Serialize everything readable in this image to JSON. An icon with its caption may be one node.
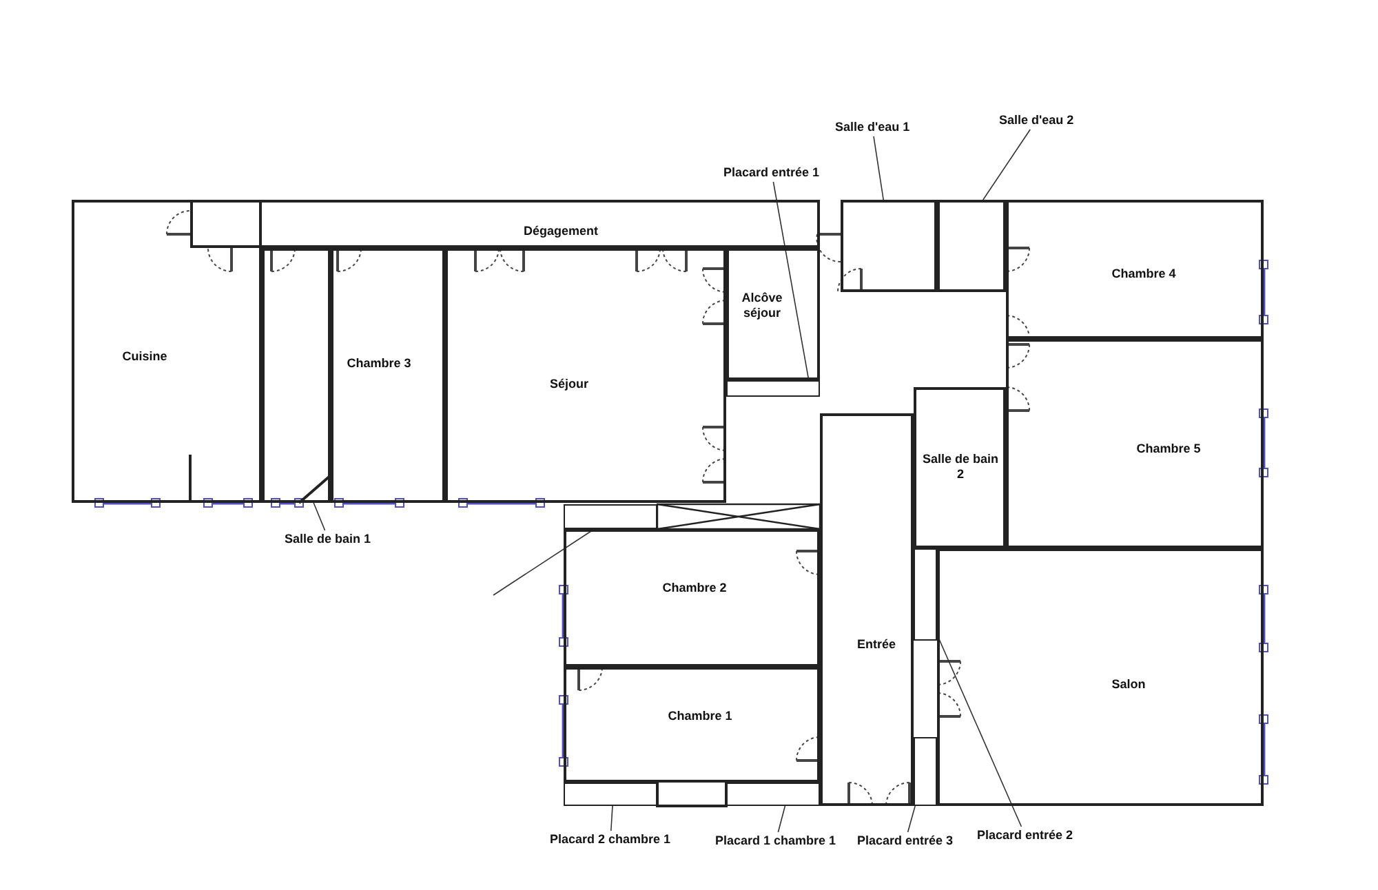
{
  "diagram": {
    "nodes": [
      {
        "text": [
          "Salle d'eau 1"
        ]
      },
      {
        "text": [
          "Salle d'eau 2"
        ]
      },
      {
        "text": [
          "Placard entrée 1"
        ]
      },
      {
        "text": [
          "Dégagement"
        ]
      },
      {
        "text": [],
        "shape": "box"
      },
      {
        "text": [],
        "shape": "box"
      },
      {
        "text": [
          "Alcôve séjour"
        ]
      },
      {
        "text": [],
        "shape": "box"
      },
      {
        "text": [
          "Chambre 4"
        ]
      },
      {
        "text": [
          "Cuisine"
        ]
      },
      {
        "text": [
          "Chambre 3"
        ]
      },
      {
        "text": [
          "Séjour"
        ]
      },
      {
        "text": [],
        "shape": "box"
      },
      {
        "text": [
          "Chambre 5"
        ]
      },
      {
        "text": [
          "Salle de bain 2"
        ]
      },
      {
        "text": [],
        "shape": "box"
      },
      {
        "text": [
          "Chambre 2"
        ]
      },
      {
        "text": [
          "Entrée"
        ]
      },
      {
        "text": [],
        "shape": "box"
      },
      {
        "text": [
          "Salon"
        ]
      },
      {
        "text": [
          "Chambre 1"
        ]
      },
      {
        "text": [],
        "shape": "box"
      },
      {
        "text": [],
        "shape": "box"
      },
      {
        "text": [],
        "shape": "box"
      },
      {
        "text": [
          "Salle de bain 1"
        ]
      },
      {
        "text": [
          "Placard 2 chambre 1"
        ]
      },
      {
        "text": [
          "Placard 1 chambre 1"
        ]
      },
      {
        "text": [
          "Placard entrée 3"
        ]
      },
      {
        "text": [
          "Placard entrée 2"
        ]
      }
    ],
    "edges": [
      {
        "from": 0,
        "to": 4,
        "arrow": "none"
      },
      {
        "from": 1,
        "to": 5,
        "arrow": "none"
      },
      {
        "from": 2,
        "to": 7,
        "arrow": "none"
      },
      {
        "from": 24,
        "to": 12,
        "arrow": "none"
      },
      {
        "from": null,
        "to": 15,
        "arrow": "none"
      },
      {
        "from": 25,
        "to": 21,
        "arrow": "none"
      },
      {
        "from": 26,
        "to": 22,
        "arrow": "none"
      },
      {
        "from": 27,
        "to": 23,
        "arrow": "none"
      },
      {
        "from": 28,
        "to": 18,
        "arrow": "none"
      }
    ]
  }
}
